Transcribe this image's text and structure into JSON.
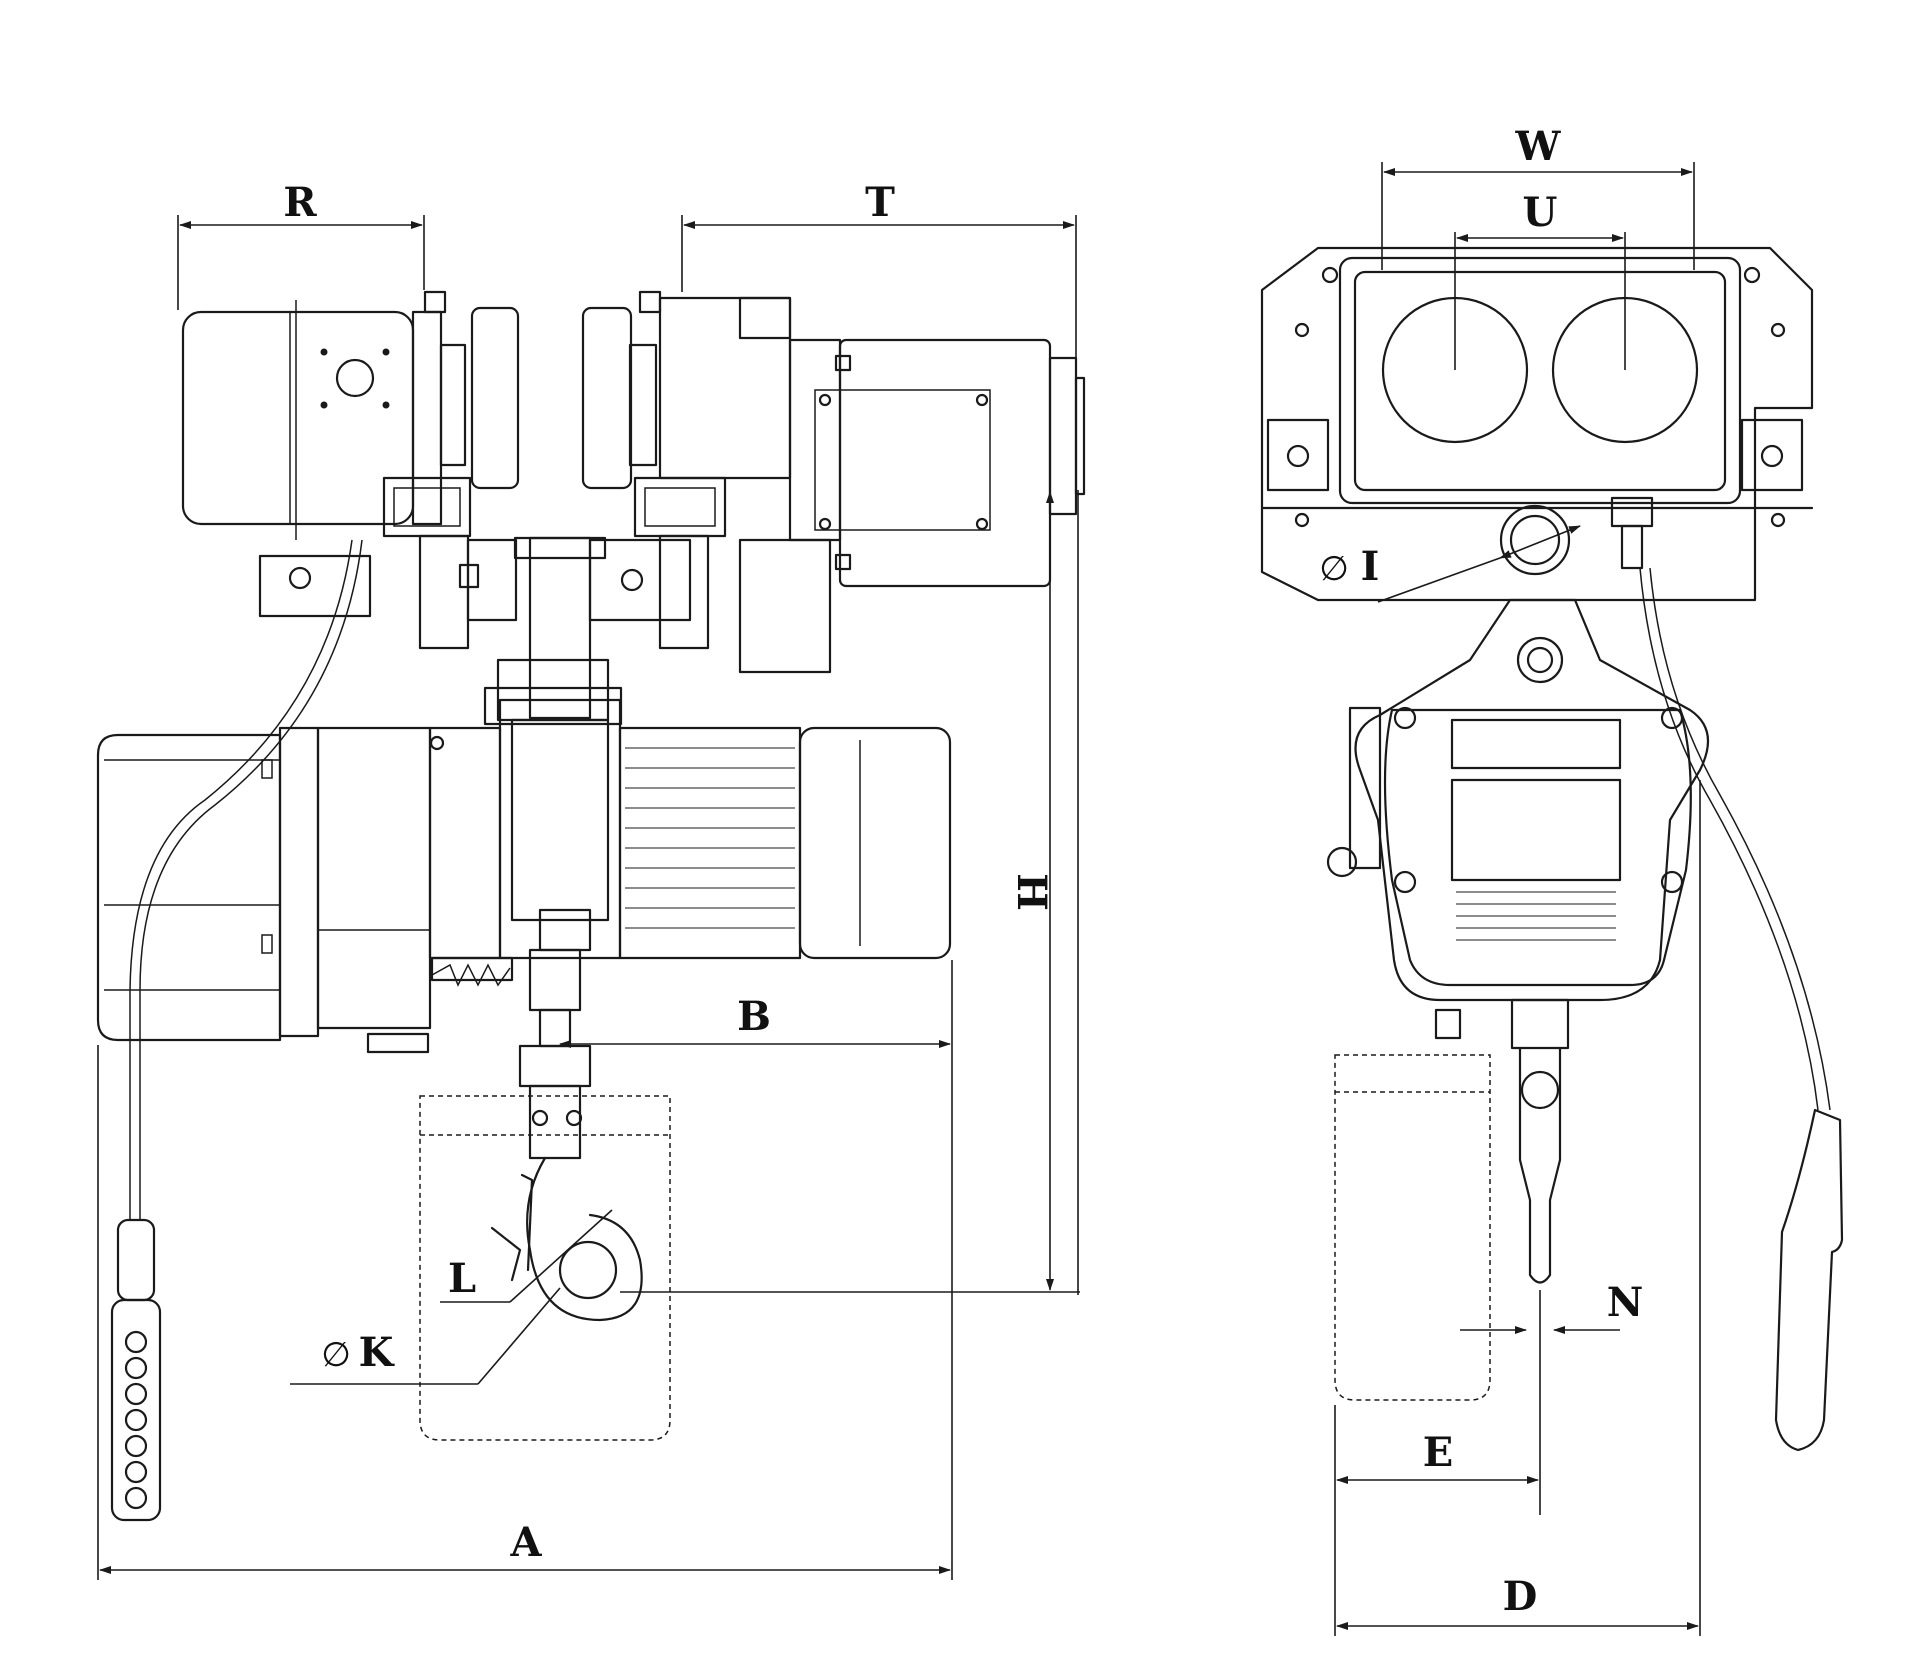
{
  "labels": {
    "R": "R",
    "T": "T",
    "W": "W",
    "U": "U",
    "I": "I",
    "H": "H",
    "B": "B",
    "L": "L",
    "K": "K",
    "A": "A",
    "N": "N",
    "E": "E",
    "D": "D",
    "diameter_symbol": "∅"
  }
}
